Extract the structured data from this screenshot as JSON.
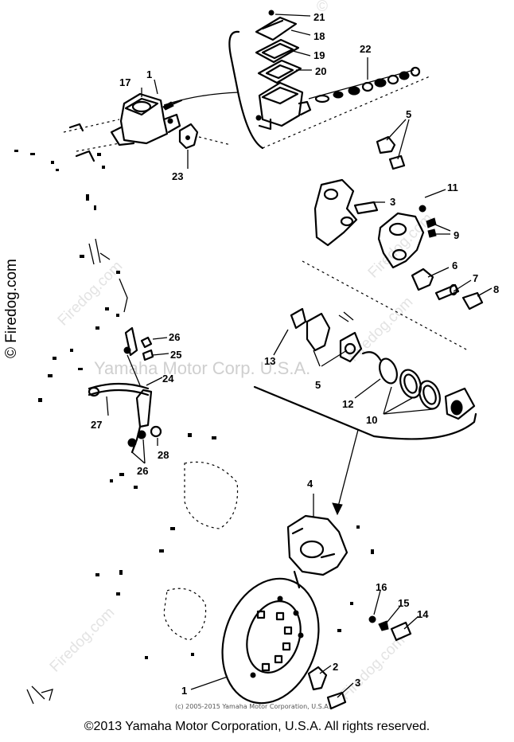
{
  "watermarks": {
    "vertical": "© Firedog.com",
    "diagonal_items": [
      "Firedog.com",
      "Firedog.com",
      "Firedog.com",
      "Firedog.com",
      "Firedog.com"
    ],
    "center": "Yamaha Motor Corp. U.S.A.",
    "top": "©"
  },
  "micro_credit": "(c) 2005-2015 Yamaha Motor Corporation, U.S.A.",
  "copyright": "©2013 Yamaha Motor Corporation, U.S.A. All rights reserved.",
  "callouts": {
    "c21": "21",
    "c18": "18",
    "c19": "19",
    "c20": "20",
    "c22": "22",
    "c17": "17",
    "c1_top": "1",
    "c23": "23",
    "c5_top": "5",
    "c3_mid": "3",
    "c11": "11",
    "c9": "9",
    "c6": "6",
    "c7": "7",
    "c8": "8",
    "c13": "13",
    "c5_bottom": "5",
    "c12": "12",
    "c10": "10",
    "c26_top": "26",
    "c25": "25",
    "c24": "24",
    "c27": "27",
    "c26_bottom": "26",
    "c28": "28",
    "c4": "4",
    "c16": "16",
    "c15": "15",
    "c14": "14",
    "c1_bottom": "1",
    "c2": "2",
    "c3_bottom": "3"
  }
}
